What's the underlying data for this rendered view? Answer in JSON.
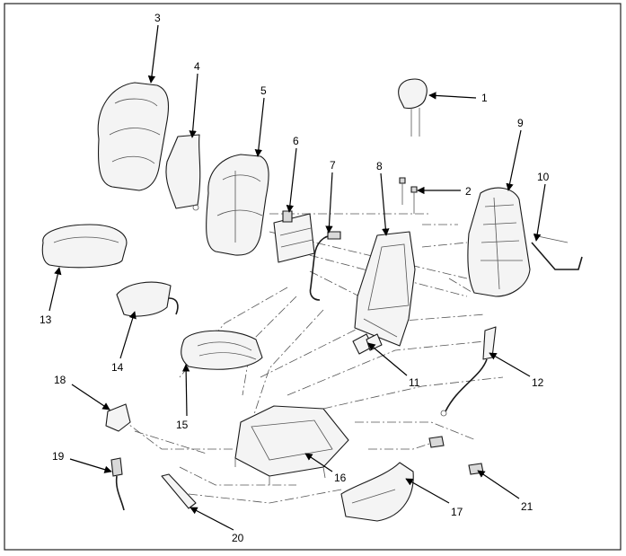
{
  "callouts": [
    "1",
    "2",
    "3",
    "4",
    "5",
    "6",
    "7",
    "8",
    "9",
    "10",
    "11",
    "12",
    "13",
    "14",
    "15",
    "16",
    "17",
    "18",
    "19",
    "20",
    "21"
  ],
  "colors": {
    "line": "#1a1a1a",
    "fill": "#f4f4f4",
    "background": "#ffffff"
  }
}
